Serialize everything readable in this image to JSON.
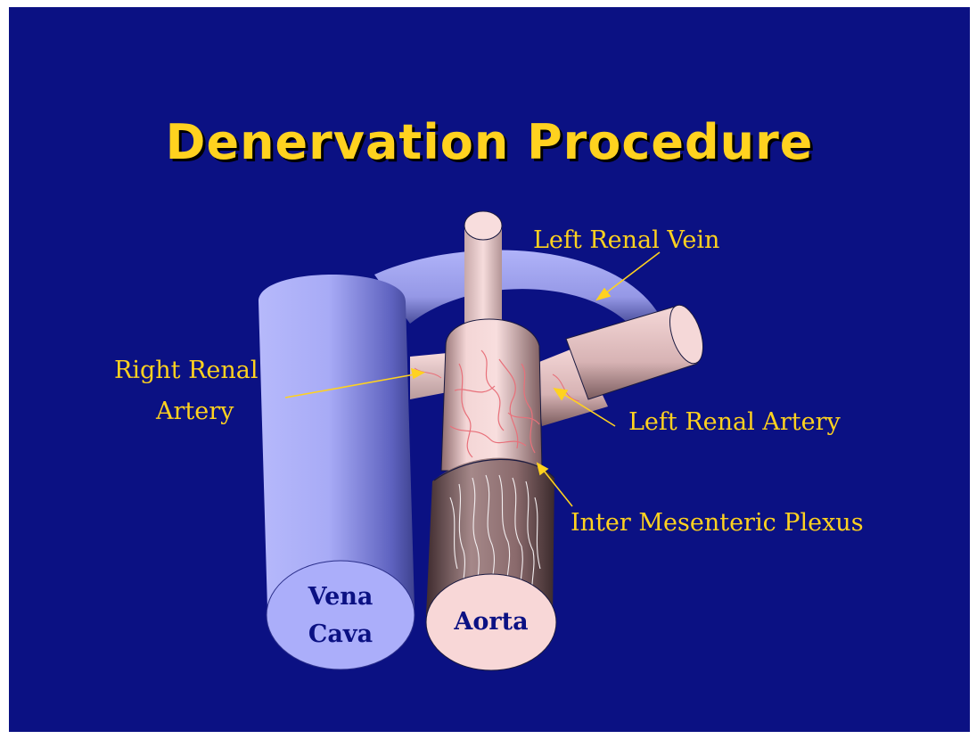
{
  "title": "Denervation Procedure",
  "labels": {
    "left_renal_vein": "Left Renal Vein",
    "right_renal_artery_line1": "Right Renal",
    "right_renal_artery_line2": "Artery",
    "left_renal_artery": "Left Renal Artery",
    "inter_mesenteric_plexus": "Inter Mesenteric Plexus",
    "vena_cava_line1": "Vena",
    "vena_cava_line2": "Cava",
    "aorta": "Aorta"
  },
  "colors": {
    "background": "#0b1183",
    "title": "#ffd21f",
    "label": "#ffd21f",
    "vein": "#a5a8f5",
    "artery": "#f5d3d3",
    "nerve_red": "#e8707a",
    "plexus": "#ffffff"
  }
}
